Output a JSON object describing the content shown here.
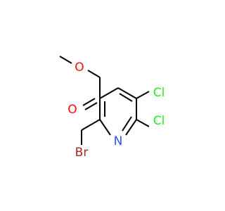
{
  "molecule": {
    "atoms": {
      "oxygen_ether": {
        "symbol": "O",
        "color": "#FF0D0D"
      },
      "oxygen_carbonyl": {
        "symbol": "O",
        "color": "#FF0D0D"
      },
      "nitrogen": {
        "symbol": "N",
        "color": "#3050F8"
      },
      "chlorine_5": {
        "symbol": "Cl",
        "color": "#1FF01F"
      },
      "chlorine_6": {
        "symbol": "Cl",
        "color": "#1FF01F"
      },
      "bromine": {
        "symbol": "Br",
        "color": "#A62929"
      }
    },
    "bond_color": "#000000"
  }
}
